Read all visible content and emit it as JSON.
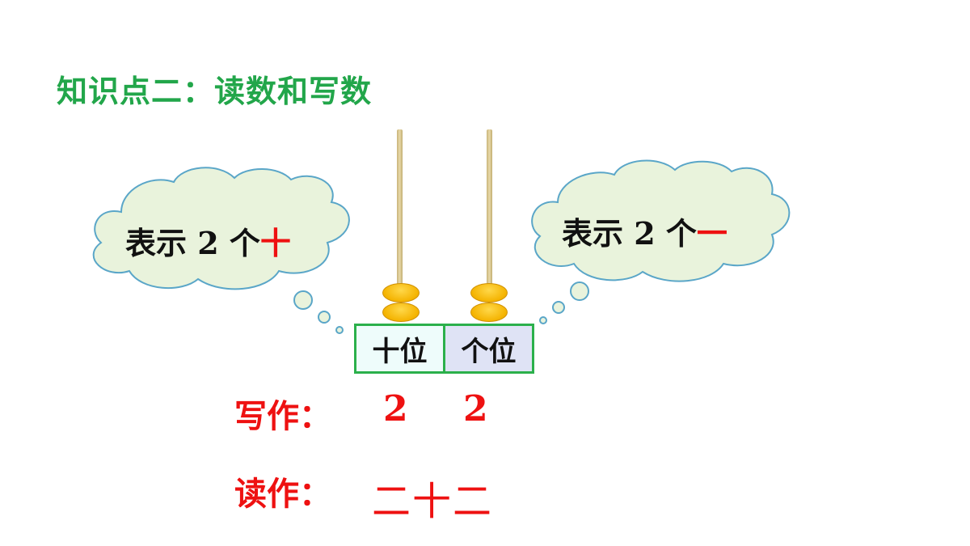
{
  "title": "知识点二：读数和写数",
  "left_cloud": {
    "text": "表示 2 个",
    "unit": "十"
  },
  "right_cloud": {
    "text": "表示 2 个",
    "unit": "一"
  },
  "abacus": {
    "tens_label": "十位",
    "ones_label": "个位",
    "tens_beads": 2,
    "ones_beads": 2
  },
  "write": {
    "label": "写作：",
    "tens_digit": "2",
    "ones_digit": "2"
  },
  "read": {
    "label": "读作：",
    "value": "二十二"
  },
  "colors": {
    "title": "#22a64a",
    "emphasis": "#ee1111",
    "cloud_fill": "#e9f3dc",
    "cloud_stroke": "#5aa6c8",
    "bead": "#f4b300"
  }
}
